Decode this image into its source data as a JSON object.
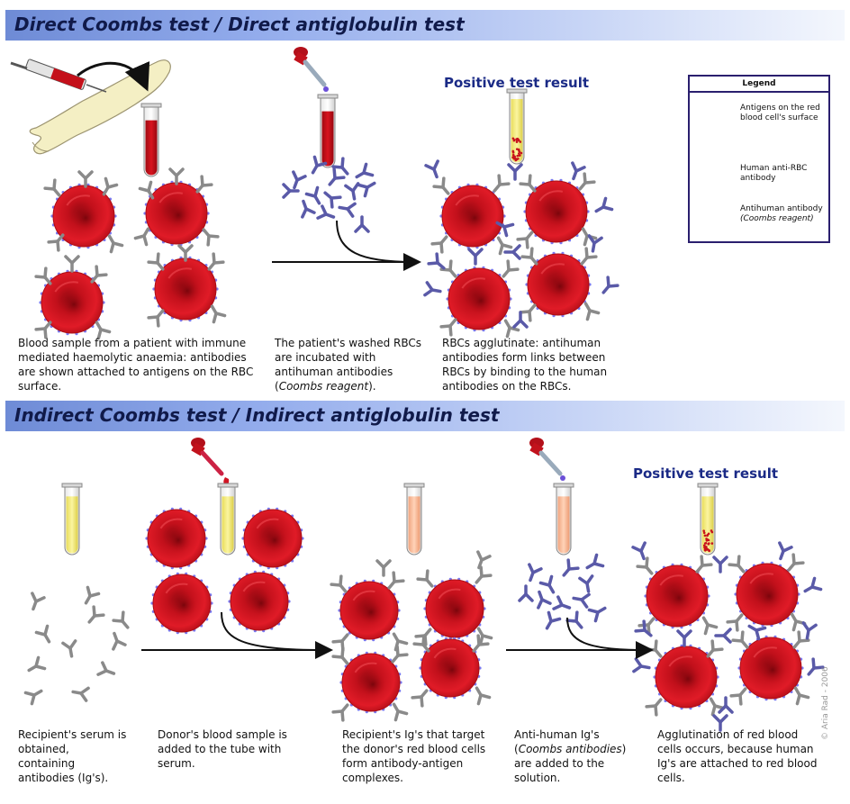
{
  "direct": {
    "title": "Direct Coombs test / Direct antiglobulin test",
    "result_label": "Positive test result",
    "steps": [
      "Blood sample from a patient with immune mediated haemolytic anaemia: antibodies are shown attached to antigens on the RBC surface.",
      "The patient's washed RBCs are incubated with antihuman antibodies (",
      "RBCs agglutinate: antihuman antibodies form links between RBCs by binding to the human antibodies on the RBCs."
    ],
    "reagent_name": "Coombs reagent",
    "reagent_close": ")."
  },
  "indirect": {
    "title": "Indirect Coombs test / Indirect antiglobulin test",
    "result_label": "Positive test result",
    "steps": [
      "Recipient's serum is obtained, containing antibodies (Ig's).",
      "Donor's blood sample is added to the tube with serum.",
      "Recipient's Ig's that target the donor's red blood cells form antibody-antigen complexes.",
      "Anti-human Ig's (",
      "Agglutination of red blood cells occurs, because human Ig's are attached to red blood cells."
    ],
    "step4_italic": "Coombs antibodies",
    "step4_tail": ") are added to the solution."
  },
  "legend": {
    "title": "Legend",
    "antigens": "Antigens on the red blood cell's surface",
    "human_antibody": "Human anti-RBC antibody",
    "antihuman_antibody": "Antihuman antibody",
    "antihuman_note": "(Coombs reagent)"
  },
  "copyright": "© Aria Rad - 2006",
  "colors": {
    "rbc": "#d0121d",
    "human_antibody": "#8a8a8a",
    "antihuman_antibody": "#5a5aa8",
    "antigen": "#7a7af0",
    "banner_text": "#101a4a",
    "result_text": "#1a2a86"
  }
}
